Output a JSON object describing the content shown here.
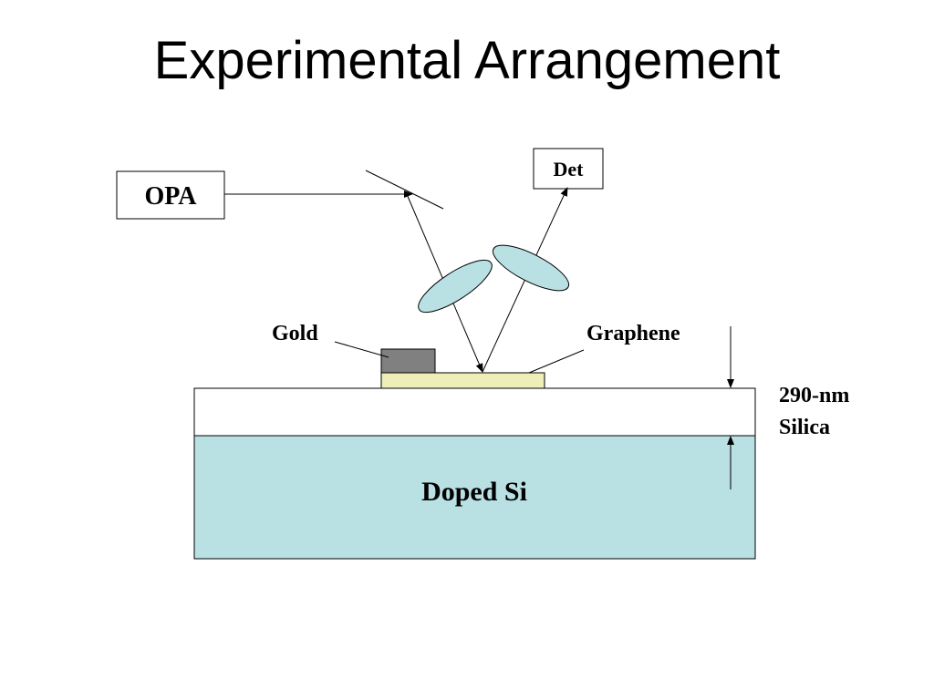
{
  "title": "Experimental Arrangement",
  "labels": {
    "opa": "OPA",
    "det": "Det",
    "gold": "Gold",
    "graphene": "Graphene",
    "thickness_value": "290-nm",
    "thickness_material": "Silica",
    "substrate": "Doped Si"
  },
  "colors": {
    "substrate_fill": "#b9e0e3",
    "lens_fill": "#b9e0e3",
    "gold_pad": "#808080",
    "graphene_layer": "#eeeeb8",
    "silica_layer": "#ffffff",
    "stroke": "#000000"
  }
}
